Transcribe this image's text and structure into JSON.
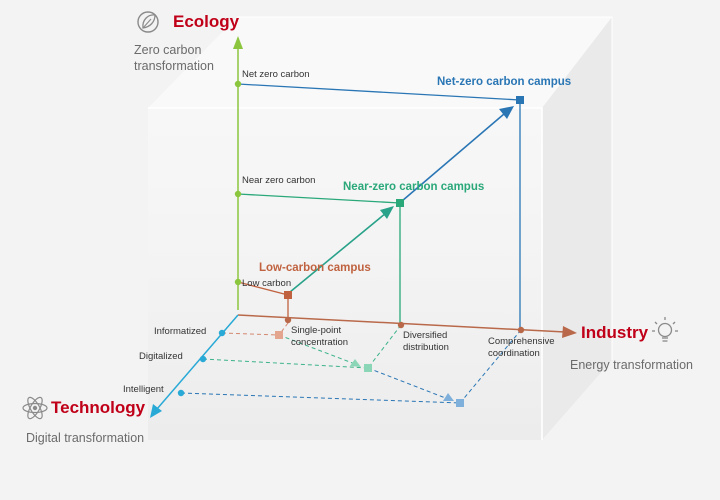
{
  "colors": {
    "ecology": "#8cc63f",
    "technology": "#29a9d6",
    "industry": "#b9694a",
    "low_carbon": "#c0623f",
    "near_zero": "#2aa87a",
    "net_zero": "#2a76b5",
    "title_red": "#c00018"
  },
  "axes": {
    "ecology": {
      "title": "Ecology",
      "subtitle": [
        "Zero carbon",
        "transformation"
      ],
      "icon": "leaf-icon"
    },
    "industry": {
      "title": "Industry",
      "subtitle": "Energy transformation",
      "icon": "lightbulb-icon"
    },
    "technology": {
      "title": "Technology",
      "subtitle": "Digital transformation",
      "icon": "atom-icon"
    }
  },
  "ecology_levels": [
    "Net zero carbon",
    "Near zero carbon",
    "Low carbon"
  ],
  "technology_levels": [
    "Informatized",
    "Digitalized",
    "Intelligent"
  ],
  "industry_levels": [
    [
      "Single-point",
      "concentration"
    ],
    [
      "Diversified",
      "distribution"
    ],
    [
      "Comprehensive",
      "coordination"
    ]
  ],
  "campuses": [
    "Low-carbon campus",
    "Near-zero carbon campus",
    "Net-zero carbon campus"
  ]
}
